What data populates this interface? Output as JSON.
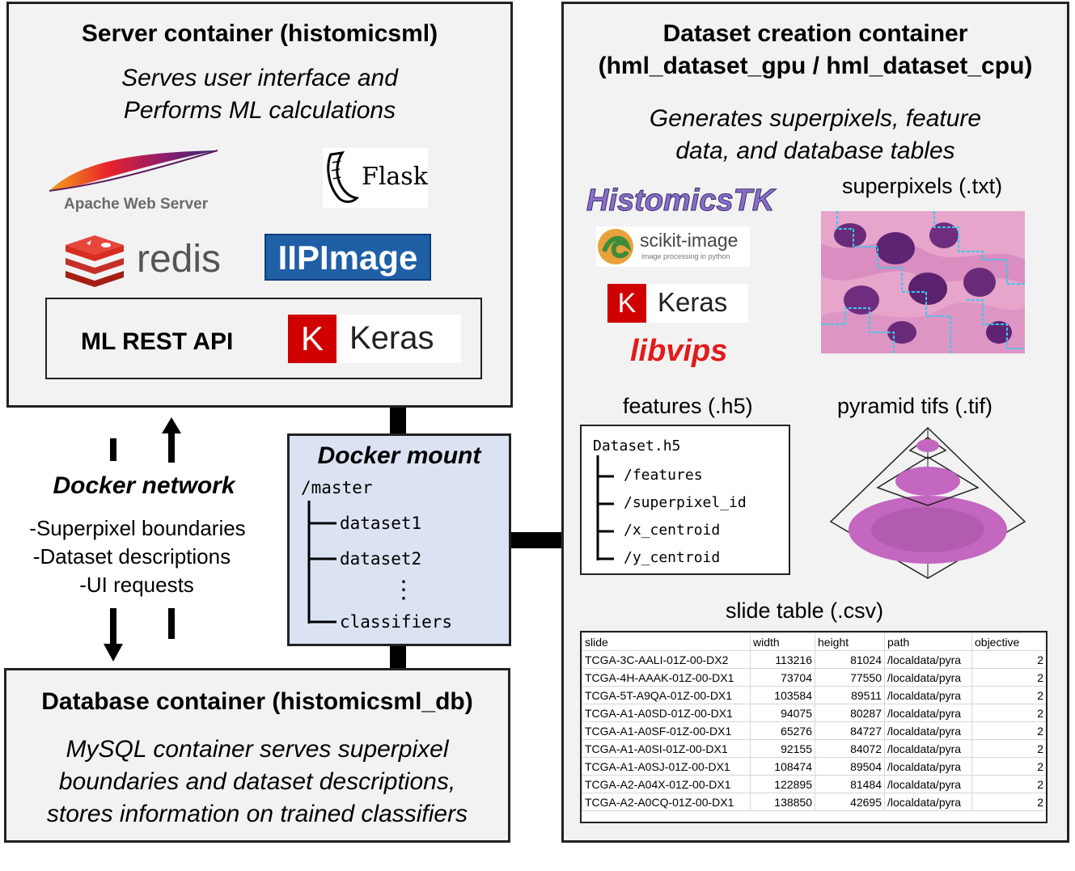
{
  "server": {
    "title": "Server container (histomicsml)",
    "desc_line1": "Serves user interface and",
    "desc_line2": "Performs ML calculations",
    "logos": {
      "apache": "Apache Web Server",
      "flask": "Flask",
      "redis": "redis",
      "iipimage": "IIPImage",
      "keras": "Keras",
      "keras_mark": "K"
    },
    "api_label": "ML REST API"
  },
  "dataset": {
    "title_line1": "Dataset creation container",
    "title_line2": "(hml_dataset_gpu / hml_dataset_cpu)",
    "desc_line1": "Generates superpixels, feature",
    "desc_line2": "data, and database tables",
    "logos": {
      "histomicstk": "HistomicsTK",
      "scikit": "scikit-image",
      "scikit_sub": "image processing in python",
      "keras": "Keras",
      "keras_mark": "K",
      "libvips": "libvips"
    },
    "superpixels_label": "superpixels (.txt)",
    "features_label": "features (.h5)",
    "pyramid_label": "pyramid tifs (.tif)",
    "h5": {
      "root": "Dataset.h5",
      "items": [
        "/features",
        "/superpixel_id",
        "/x_centroid",
        "/y_centroid"
      ]
    },
    "slide_table_label": "slide table (.csv)",
    "slide_table": {
      "headers": [
        "slide",
        "width",
        "height",
        "path",
        "objective"
      ],
      "rows": [
        [
          "TCGA-3C-AALI-01Z-00-DX2",
          "113216",
          "81024",
          "/localdata/pyra",
          "2"
        ],
        [
          "TCGA-4H-AAAK-01Z-00-DX1",
          "73704",
          "77550",
          "/localdata/pyra",
          "2"
        ],
        [
          "TCGA-5T-A9QA-01Z-00-DX1",
          "103584",
          "89511",
          "/localdata/pyra",
          "2"
        ],
        [
          "TCGA-A1-A0SD-01Z-00-DX1",
          "94075",
          "80287",
          "/localdata/pyra",
          "2"
        ],
        [
          "TCGA-A1-A0SF-01Z-00-DX1",
          "65276",
          "84727",
          "/localdata/pyra",
          "2"
        ],
        [
          "TCGA-A1-A0SI-01Z-00-DX1",
          "92155",
          "84072",
          "/localdata/pyra",
          "2"
        ],
        [
          "TCGA-A1-A0SJ-01Z-00-DX1",
          "108474",
          "89504",
          "/localdata/pyra",
          "2"
        ],
        [
          "TCGA-A2-A04X-01Z-00-DX1",
          "122895",
          "81484",
          "/localdata/pyra",
          "2"
        ],
        [
          "TCGA-A2-A0CQ-01Z-00-DX1",
          "138850",
          "42695",
          "/localdata/pyra",
          "2"
        ]
      ]
    }
  },
  "network": {
    "title": "Docker network",
    "items": [
      "-Superpixel boundaries",
      "-Dataset descriptions",
      "-UI requests"
    ]
  },
  "mount": {
    "title": "Docker mount",
    "root": "/master",
    "items": [
      "dataset1",
      "dataset2",
      "classifiers"
    ],
    "ellipsis": "⋮"
  },
  "database": {
    "title": "Database container (histomicsml_db)",
    "desc_line1": "MySQL container serves superpixel",
    "desc_line2": "boundaries and dataset descriptions,",
    "desc_line3": "stores information on trained classifiers"
  },
  "colors": {
    "box_bg": "#f2f2f2",
    "mount_bg": "#dbe3f3",
    "keras_red": "#d00000",
    "redis_red": "#d82c20",
    "iip_blue": "#1f5fa6",
    "libvips_red": "#e21b1b",
    "tissue": "#c467c0"
  }
}
